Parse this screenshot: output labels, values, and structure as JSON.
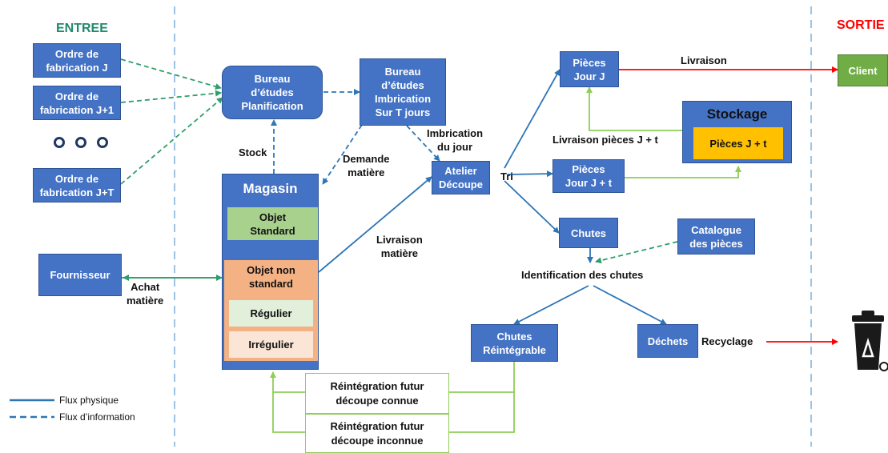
{
  "zones": {
    "entree": "ENTREE",
    "sortie": "SORTIE"
  },
  "inputs": {
    "ordre_j": "Ordre de\nfabrication J",
    "ordre_j1": "Ordre de\nfabrication J+1",
    "ordre_jt": "Ordre de\nfabrication J+T",
    "fournisseur": "Fournisseur"
  },
  "nodes": {
    "bureau_planif": "Bureau\nd’études\nPlanification",
    "bureau_imbric": "Bureau\nd’études\nImbrication\nSur T jours",
    "atelier": "Atelier\nDécoupe",
    "pieces_j": "Pièces\nJour J",
    "pieces_jt": "Pièces\nJour J + t",
    "chutes": "Chutes",
    "catalogue": "Catalogue\ndes pièces",
    "chutes_reint": "Chutes\nRéintégrable",
    "dechets": "Déchets",
    "client": "Client"
  },
  "magasin": {
    "title": "Magasin",
    "objet_standard": "Objet\nStandard",
    "objet_non_standard": "Objet non\nstandard",
    "regulier": "Régulier",
    "irregulier": "Irrégulier"
  },
  "stockage": {
    "title": "Stockage",
    "pieces": "Pièces J + t"
  },
  "reintegration": {
    "connue": "Réintégration futur\ndécoupe connue",
    "inconnue": "Réintégration futur\ndécoupe inconnue"
  },
  "labels": {
    "stock": "Stock",
    "demande": "Demande\nmatière",
    "imbrication_jour": "Imbrication\ndu jour",
    "tri": "Tri",
    "livraison": "Livraison",
    "livraison_pieces": "Livraison pièces J + t",
    "livraison_matiere": "Livraison\nmatière",
    "achat_matiere": "Achat\nmatière",
    "identification": "Identification des chutes",
    "recyclage": "Recyclage"
  },
  "legend": {
    "physique": "Flux physique",
    "information": "Flux d’information"
  },
  "icons": {
    "ellipsis": "ellipsis-dots-icon",
    "trash": "recycle-bin-icon"
  },
  "colors": {
    "blue": "#4472c4",
    "flow_blue": "#2e75b6",
    "info_green": "#2e9e6a",
    "green": "#8fce58",
    "red": "#ff0000",
    "yellow": "#ffc000",
    "orange": "#f4b183",
    "light_green": "#a9d18e",
    "title_green": "#1f8a6c"
  }
}
